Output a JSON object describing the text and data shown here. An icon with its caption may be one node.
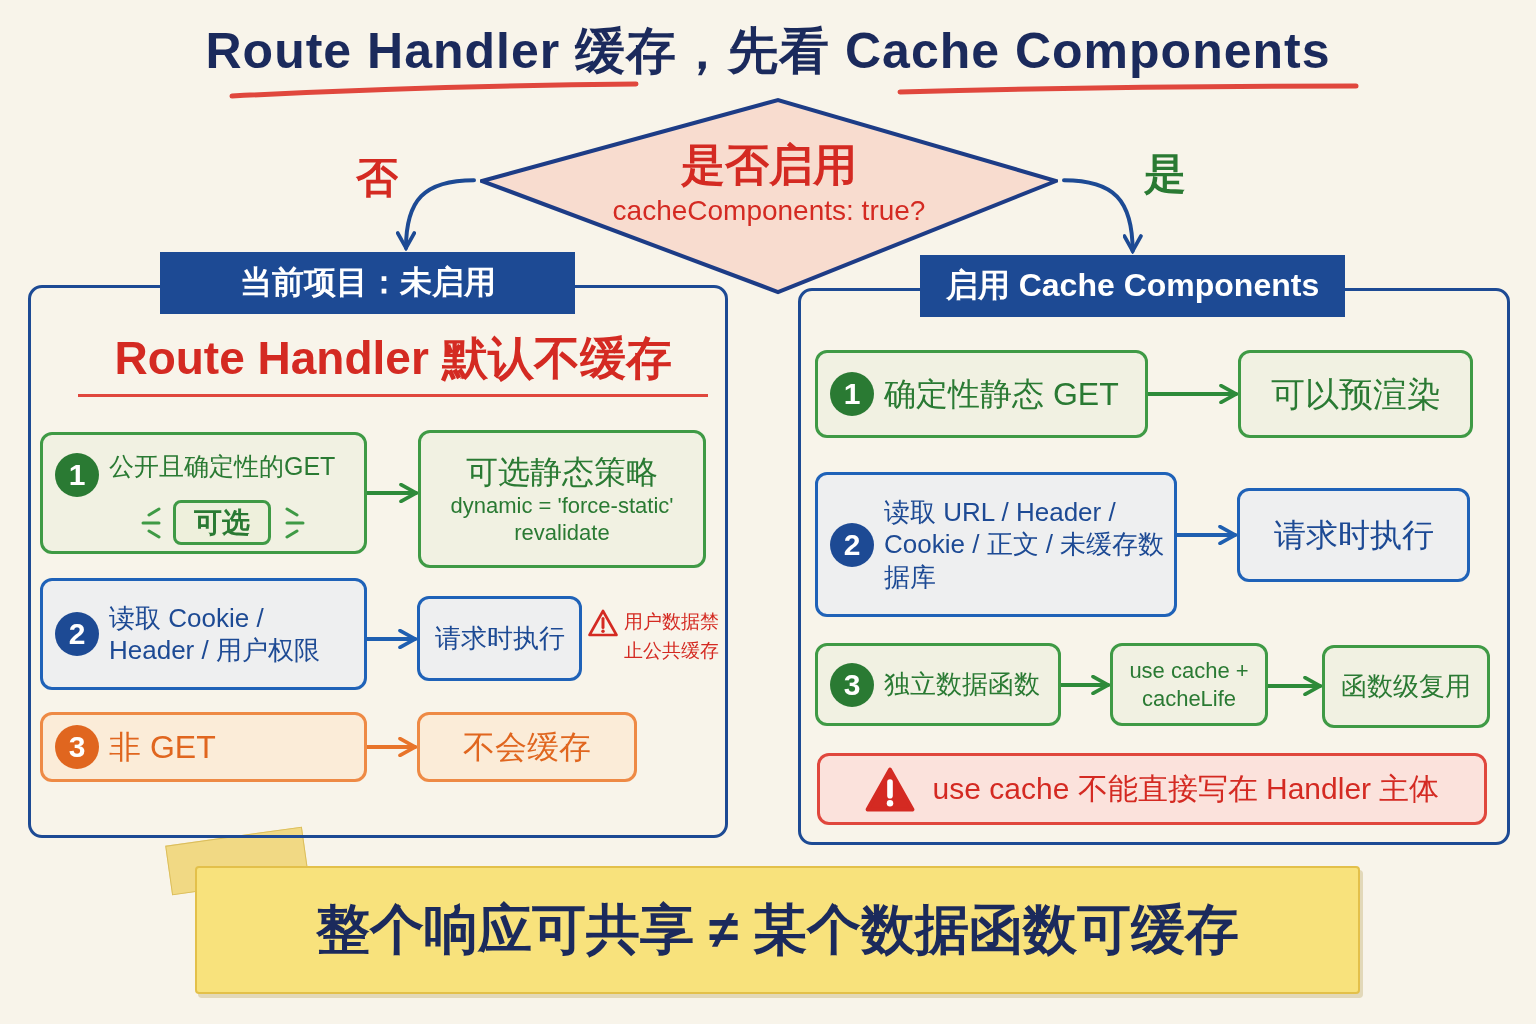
{
  "diagram": {
    "title": "Route Handler 缓存，先看 Cache Components",
    "nodes": [
      {
        "text": [
          "是否启用",
          "cacheComponents: true?"
        ]
      },
      {
        "text": [
          "当前项目：未启用",
          "Route Handler 默认不缓存"
        ]
      },
      {
        "text": [
          "1",
          "公开且确定性的GET"
        ],
        "in": 1
      },
      {
        "text": [
          "可选"
        ],
        "in": 2
      },
      {
        "text": [
          "可选静态策略",
          "dynamic = 'force-static'",
          "revalidate"
        ],
        "in": 1
      },
      {
        "text": [
          "2",
          "读取 Cookie / Header / 用户权限"
        ],
        "in": 1
      },
      {
        "text": [
          "请求时执行"
        ],
        "in": 1,
        "beside": [
          "用户数据禁止公共缓存"
        ]
      },
      {
        "text": [
          "3",
          "非 GET"
        ],
        "in": 1
      },
      {
        "text": [
          "不会缓存"
        ],
        "in": 1
      },
      {
        "text": [
          "启用 Cache Components"
        ]
      },
      {
        "text": [
          "1",
          "确定性静态 GET"
        ],
        "in": 9
      },
      {
        "text": [
          "可以预渲染"
        ],
        "in": 9
      },
      {
        "text": [
          "2",
          "读取 URL / Header / Cookie / 正文 / 未缓存数据库"
        ],
        "in": 9
      },
      {
        "text": [
          "请求时执行"
        ],
        "in": 9
      },
      {
        "text": [
          "3",
          "独立数据函数"
        ],
        "in": 9
      },
      {
        "text": [
          "use cache + cacheLife"
        ],
        "in": 9
      },
      {
        "text": [
          "函数级复用"
        ],
        "in": 9
      },
      {
        "text": [
          "use cache 不能直接写在 Handler 主体"
        ],
        "in": 9
      },
      {
        "text": [
          "整个响应可共享 ≠ 某个数据函数可缓存"
        ]
      }
    ],
    "edges": [
      {
        "from": 0,
        "to": 1,
        "arrow": "to",
        "label": "否",
        "color": "#1d4a94"
      },
      {
        "from": 0,
        "to": 9,
        "arrow": "to",
        "label": "是",
        "color": "#1d4a94"
      },
      {
        "from": 2,
        "to": 4,
        "arrow": "to",
        "color": "#2e8b3a"
      },
      {
        "from": 5,
        "to": 6,
        "arrow": "to",
        "color": "#1f5fb0"
      },
      {
        "from": 7,
        "to": 8,
        "arrow": "to",
        "color": "#e8742a"
      },
      {
        "from": 10,
        "to": 11,
        "arrow": "to",
        "color": "#2e8b3a"
      },
      {
        "from": 12,
        "to": 13,
        "arrow": "to",
        "color": "#1f5fb0"
      },
      {
        "from": 14,
        "to": 15,
        "arrow": "to",
        "color": "#2e8b3a"
      },
      {
        "from": 15,
        "to": 16,
        "arrow": "to",
        "color": "#2e8b3a"
      }
    ]
  }
}
